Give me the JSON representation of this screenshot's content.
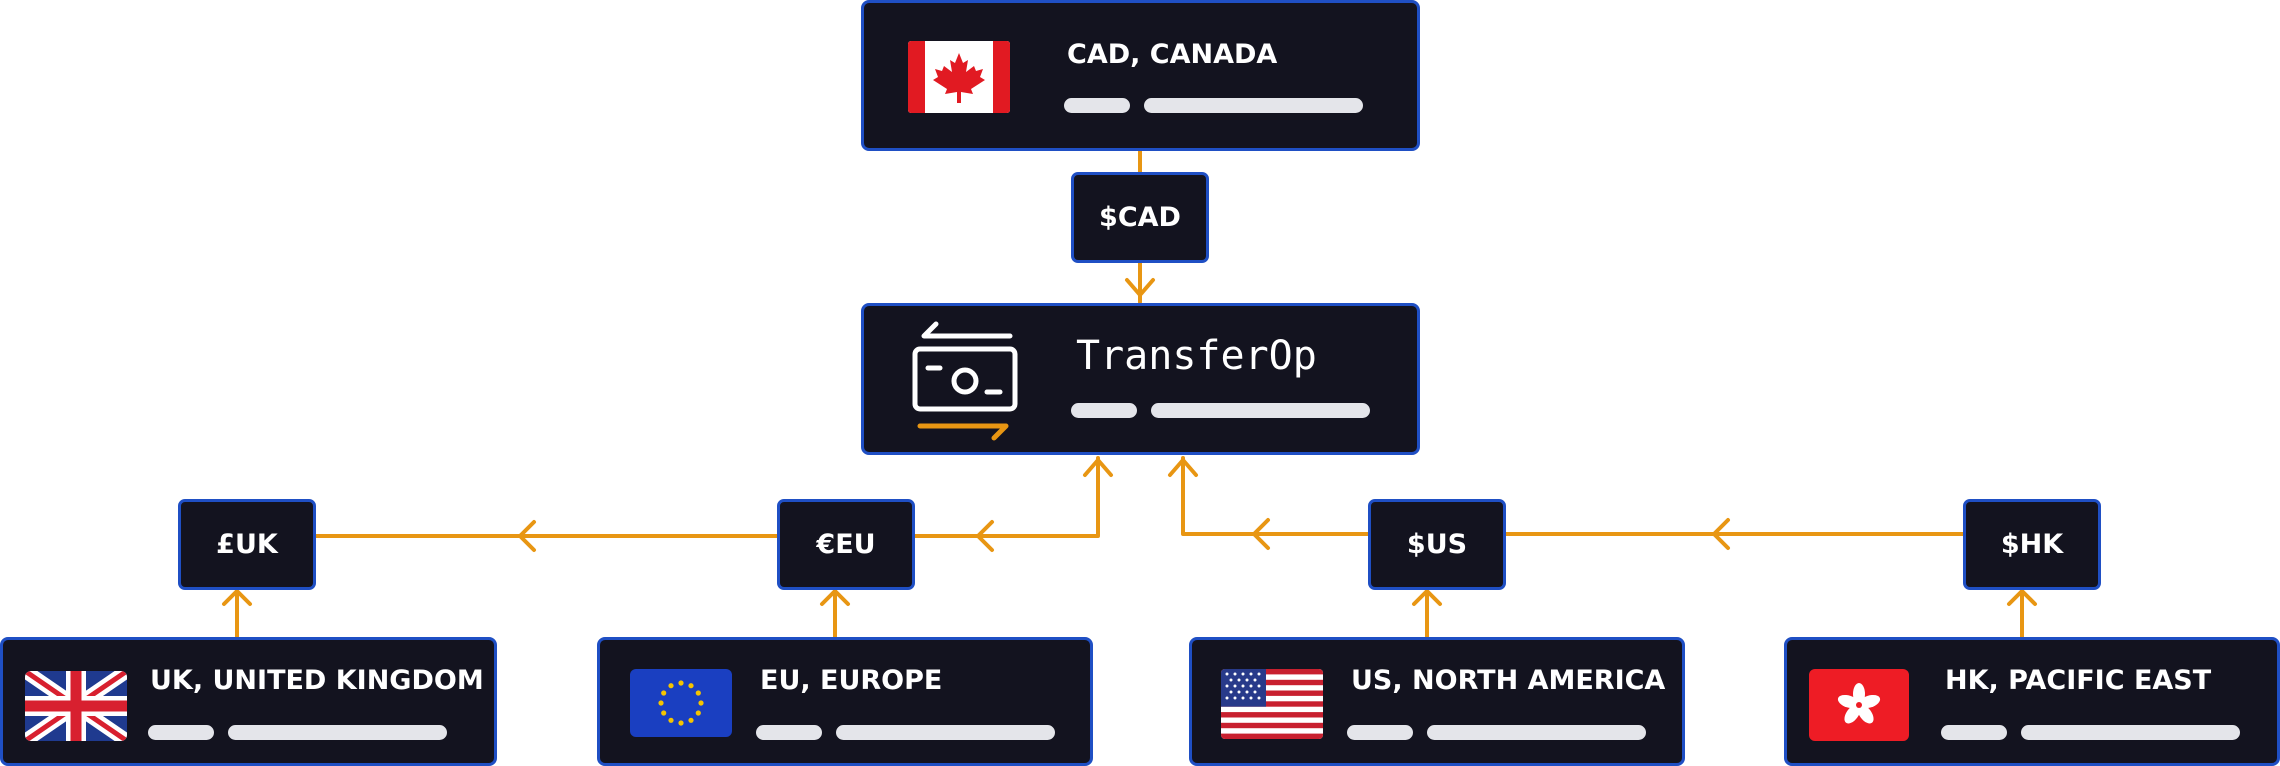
{
  "source": {
    "title": "CAD, CANADA",
    "currency": "$CAD",
    "flag_icon": "canada-flag-icon"
  },
  "hub": {
    "name": "TransferOp",
    "icon": "money-transfer-icon"
  },
  "destinations": [
    {
      "title": "UK, UNITED KINGDOM",
      "currency": "£UK",
      "flag_icon": "uk-flag-icon"
    },
    {
      "title": "EU, EUROPE",
      "currency": "€EU",
      "flag_icon": "eu-flag-icon"
    },
    {
      "title": "US, NORTH AMERICA",
      "currency": "$US",
      "flag_icon": "us-flag-icon"
    },
    {
      "title": "HK, PACIFIC EAST",
      "currency": "$HK",
      "flag_icon": "hk-flag-icon"
    }
  ],
  "colors": {
    "card_bg": "#13131f",
    "card_border": "#1f4fc4",
    "connector": "#e89613",
    "placeholder_bar": "#e4e5ea"
  }
}
